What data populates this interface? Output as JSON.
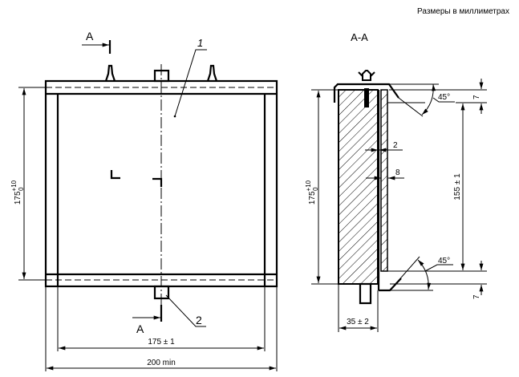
{
  "header": {
    "units_note": "Размеры в миллиметрах"
  },
  "front_view": {
    "section_label_top": "А",
    "section_label_bottom": "А",
    "callout_1": "1",
    "callout_2": "2",
    "height_dim": {
      "base": "175",
      "upper": "+10",
      "lower": "0"
    },
    "inner_width_dim": "175 ± 1",
    "outer_width_dim": "200 min"
  },
  "section_view": {
    "title": "А-А",
    "height_dim": {
      "base": "175",
      "upper": "+10",
      "lower": "0"
    },
    "thickness_2": "2",
    "thickness_8": "8",
    "angle_top": "45°",
    "angle_bottom": "45°",
    "offset_top": "7",
    "offset_bottom": "7",
    "inner_height_dim": "155 ± 1",
    "depth_dim": "35 ± 2"
  }
}
